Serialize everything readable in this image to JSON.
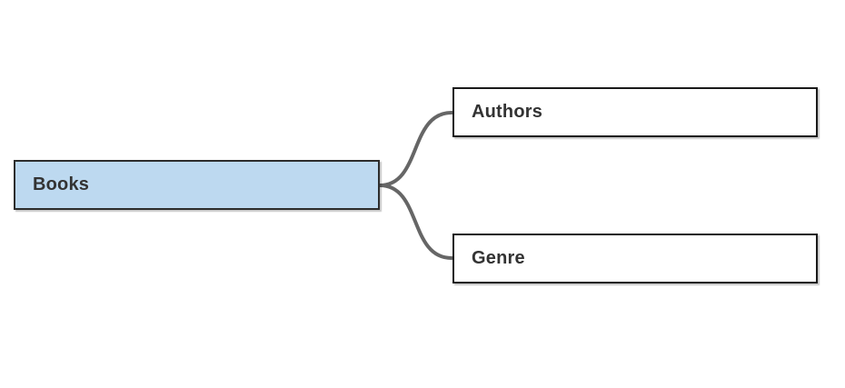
{
  "diagram": {
    "type": "mindmap",
    "canvas_background": "#FFFFFF",
    "connector_color": "#666666",
    "root": {
      "id": "books",
      "label": "Books",
      "fill": "#BDD9F0",
      "border_color": "#2D2D2D",
      "text_color": "#333333"
    },
    "children": [
      {
        "id": "authors",
        "label": "Authors",
        "fill": "#FFFFFF",
        "border_color": "#1A1A1A",
        "text_color": "#333333"
      },
      {
        "id": "genre",
        "label": "Genre",
        "fill": "#FFFFFF",
        "border_color": "#1A1A1A",
        "text_color": "#333333"
      }
    ],
    "edges": [
      {
        "from": "Books",
        "to": "Authors"
      },
      {
        "from": "Books",
        "to": "Genre"
      }
    ]
  }
}
